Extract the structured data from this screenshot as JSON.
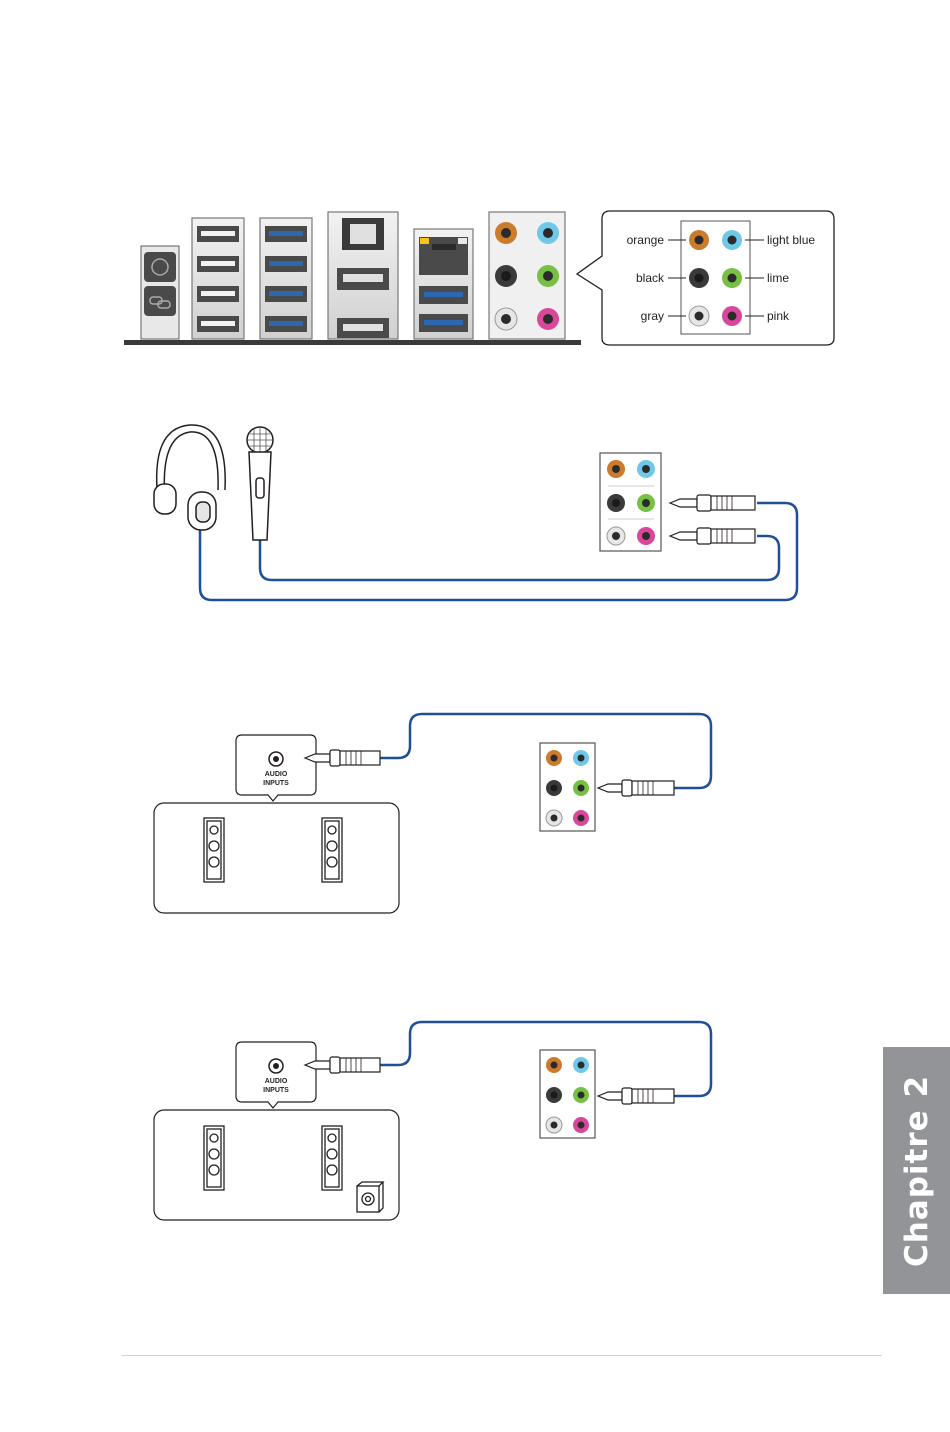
{
  "legend": {
    "orange": "orange",
    "light_blue": "light blue",
    "black": "black",
    "lime": "lime",
    "gray": "gray",
    "pink": "pink"
  },
  "speaker_box_1": {
    "line1": "AUDIO",
    "line2": "INPUTS"
  },
  "speaker_box_2": {
    "line1": "AUDIO",
    "line2": "INPUTS"
  },
  "chapter_tab": {
    "label": "Chapitre 2"
  },
  "colors": {
    "orange": "#cc7a2b",
    "light_blue": "#6fc8e8",
    "black": "#3a3a3a",
    "lime": "#78c043",
    "gray": "#e6e6e6",
    "pink": "#d9479a",
    "cable": "#1f4e9a",
    "usb3_blue": "#2e67b1",
    "tab_gray": "#929497"
  }
}
